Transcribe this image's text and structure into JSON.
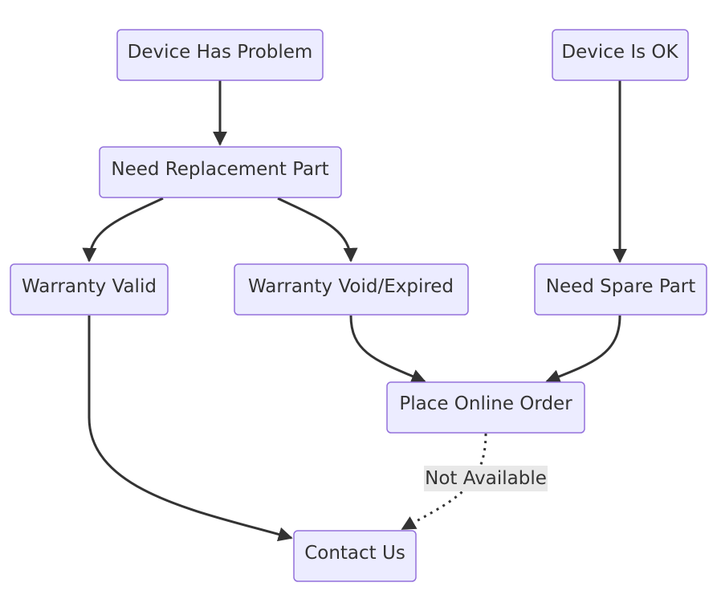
{
  "nodes": {
    "device_has_problem": "Device Has Problem",
    "device_is_ok": "Device Is OK",
    "need_replacement_part": "Need Replacement Part",
    "warranty_valid": "Warranty Valid",
    "warranty_void_expired": "Warranty Void/Expired",
    "need_spare_part": "Need Spare Part",
    "place_online_order": "Place Online Order",
    "contact_us": "Contact Us"
  },
  "edge_labels": {
    "not_available": "Not Available"
  },
  "colors": {
    "node_fill": "#ececff",
    "node_border": "#9370db",
    "edge": "#333333",
    "label_background": "#e8e8e8"
  }
}
